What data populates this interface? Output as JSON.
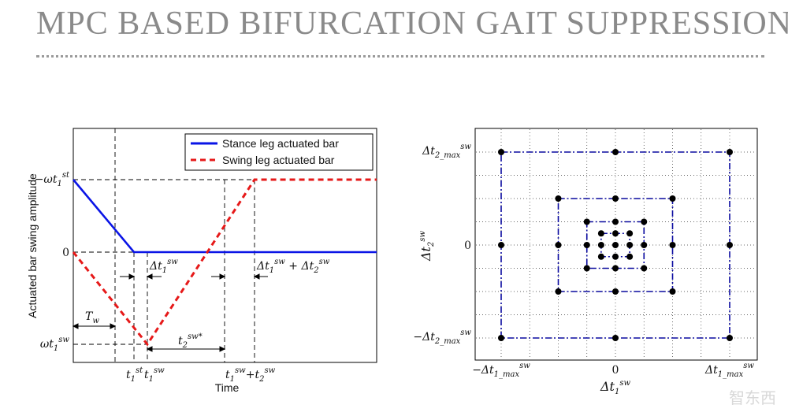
{
  "slide": {
    "title": "MPC BASED BIFURCATION GAIT SUPPRESSION"
  },
  "left_plot": {
    "ylabel": "Actuated bar swing amplitude",
    "xlabel": "Time",
    "y_ticks": [
      {
        "base": "−ωt",
        "sub": "1",
        "sup": "st"
      },
      {
        "base": "0"
      },
      {
        "base": "ωt",
        "sub": "1",
        "sup": "sw"
      }
    ],
    "x_ticks": [
      {
        "base": "t",
        "sub": "1",
        "sup": "st"
      },
      {
        "base": "t",
        "sub": "1",
        "sup": "sw"
      },
      {
        "base": "t",
        "sub": "1",
        "sup": "sw",
        "extra": "+t",
        "sub2": "2",
        "sup2": "sw"
      }
    ],
    "legend": [
      {
        "label": "Stance leg actuated bar",
        "color": "#0a14e6",
        "style": "solid"
      },
      {
        "label": "Swing leg actuated bar",
        "color": "#e61919",
        "style": "dashed"
      }
    ],
    "annotations": {
      "tw": {
        "base": "T",
        "sub": "w"
      },
      "dt1": {
        "base": "Δt",
        "sub": "1",
        "sup": "sw"
      },
      "dt1_dt2": {
        "base": "Δt",
        "sub": "1",
        "sup": "sw",
        "extra": " + Δt",
        "sub2": "2",
        "sup2": "sw"
      },
      "t2star": {
        "base": "t",
        "sub": "2",
        "sup": "sw*"
      }
    }
  },
  "right_plot": {
    "xlabel": {
      "base": "Δt",
      "sub": "1",
      "sup": "sw"
    },
    "ylabel": {
      "base": "Δt",
      "sub": "2",
      "sup": "sw"
    },
    "x_ticks": [
      {
        "base": "−Δt",
        "sub": "1_max",
        "sup": "sw"
      },
      {
        "base": "0"
      },
      {
        "base": "Δt",
        "sub": "1_max",
        "sup": "sw"
      }
    ],
    "y_ticks": [
      {
        "base": "Δt",
        "sub": "2_max",
        "sup": "sw"
      },
      {
        "base": "0"
      },
      {
        "base": "−Δt",
        "sub": "2_max",
        "sup": "sw"
      }
    ],
    "grid_levels": [
      1.0,
      0.5,
      0.25,
      0.125
    ],
    "border_color": "#0a0aa0"
  },
  "watermark": {
    "text": "智东西"
  }
}
